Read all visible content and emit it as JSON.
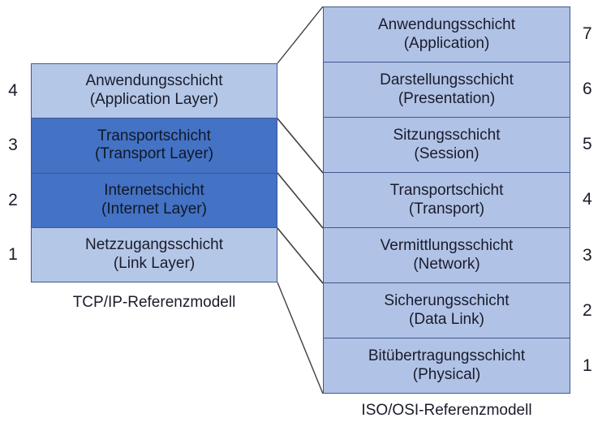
{
  "diagram": {
    "title_left": "TCP/IP-Referenzmodell",
    "title_right": "ISO/OSI-Referenzmodell",
    "colors": {
      "light_blue": "#b4c7e7",
      "dark_blue": "#4472c4",
      "osi_blue": "#b0c3e6",
      "border": "#41578f",
      "text": "#1b1b2b",
      "connector": "#404040"
    }
  },
  "tcpip": {
    "caption": "TCP/IP-Referenzmodell",
    "layers": [
      {
        "number": "4",
        "name_de": "Anwendungsschicht",
        "name_en": "(Application Layer)",
        "highlight": "light"
      },
      {
        "number": "3",
        "name_de": "Transportschicht",
        "name_en": "(Transport Layer)",
        "highlight": "dark"
      },
      {
        "number": "2",
        "name_de": "Internetschicht",
        "name_en": "(Internet Layer)",
        "highlight": "dark"
      },
      {
        "number": "1",
        "name_de": "Netzzugangsschicht",
        "name_en": "(Link Layer)",
        "highlight": "light"
      }
    ]
  },
  "osi": {
    "caption": "ISO/OSI-Referenzmodell",
    "layers": [
      {
        "number": "7",
        "name_de": "Anwendungsschicht",
        "name_en": "(Application)"
      },
      {
        "number": "6",
        "name_de": "Darstellungsschicht",
        "name_en": "(Presentation)"
      },
      {
        "number": "5",
        "name_de": "Sitzungsschicht",
        "name_en": "(Session)"
      },
      {
        "number": "4",
        "name_de": "Transportschicht",
        "name_en": "(Transport)"
      },
      {
        "number": "3",
        "name_de": "Vermittlungsschicht",
        "name_en": "(Network)"
      },
      {
        "number": "2",
        "name_de": "Sicherungsschicht",
        "name_en": "(Data Link)"
      },
      {
        "number": "1",
        "name_de": "Bitübertragungsschicht",
        "name_en": "(Physical)"
      }
    ]
  },
  "mapping": [
    {
      "from_layer": "4",
      "to_layer": "7",
      "note": "TCP/IP Application Layer maps to OSI layers 7-5"
    },
    {
      "from_layer": "3",
      "to_layer": "4",
      "note": "TCP/IP Transport Layer maps to OSI layer 4"
    },
    {
      "from_layer": "2",
      "to_layer": "3",
      "note": "TCP/IP Internet Layer maps to OSI layer 3"
    },
    {
      "from_layer": "1",
      "to_layer": "2",
      "note": "TCP/IP Link Layer maps to OSI layers 2-1"
    }
  ]
}
